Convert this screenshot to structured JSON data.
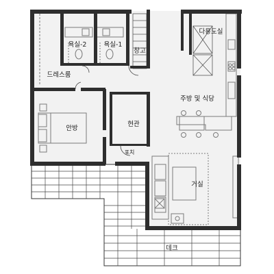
{
  "rooms": {
    "bath2": "욕실-2",
    "bath1": "욕실-1",
    "storage": "창고",
    "utility": "다용도실",
    "dressroom": "드레스룸",
    "kitchen_dining": "주방 및 식당",
    "master_bedroom": "안방",
    "entrance": "현관",
    "porch": "포치",
    "living_room": "거실",
    "deck": "데크"
  },
  "colors": {
    "wall": "#2e2e2e",
    "floor": "#f2f2f2",
    "deck_lines": "#333333",
    "furniture": "#7a7a7a"
  }
}
